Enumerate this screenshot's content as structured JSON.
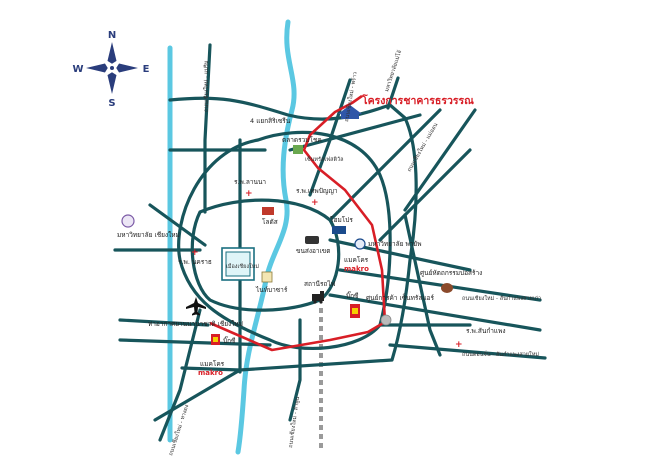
{
  "compass": {
    "n": "N",
    "s": "S",
    "e": "E",
    "w": "W"
  },
  "colors": {
    "road": "#17555b",
    "route": "#d81e26",
    "river": "#5bc8e2",
    "rail": "#9a9a9a",
    "project": "#d81e26",
    "compass": "#2a3d7c"
  },
  "project": {
    "label": "โครงการชาคารธรวรรณ"
  },
  "roads": {
    "mae_rim": "ถนนเชียงใหม่ - แม่ริม",
    "phrao": "ถนนเชียงใหม่ - พร้าว",
    "mae_jo": "มหาวิทยาลัยแม่โจ้",
    "mae_on": "ถนนเชียงใหม่ - แม่ออน",
    "lamphun": "ถนนเชียงใหม่ - ลำพูน",
    "hang_dong": "ถนนเชียงใหม่ - หางดง",
    "sankamphaeng_old": "ถนนเชียงใหม่ - สันกำแพงสายเก่า",
    "sankamphaeng_new": "ถนนดอนจั่น - สันกำแพงสายใหม่",
    "intersection": "4 แยกสิริเซรีน"
  },
  "places": {
    "market": "ตลาดรวมโชค",
    "central_festival": "เซ็นทรัลเฟสติวัล",
    "lanna_hospital": "ร.พ.ลานนา",
    "theppanya_hospital": "ร.พ.เทพปัญญา",
    "lotus": "โลตัส",
    "bus_station": "ขนส่งอาเขต",
    "homepro": "โฮมโปร",
    "payap_uni": "มหาวิทยาลัย พายัพ",
    "cmu": "มหาวิทยาลัย เชียงใหม่",
    "nakornping_hospital": "ร.พ. นคราธ",
    "old_city": "เมืองเชียงใหม่",
    "three_kings": "ไนท์บาซาร์",
    "makro_north": "แมคโคร",
    "makro_north_brand": "makro",
    "railway": "สถานีรถไฟ",
    "bigc_east": "บิ๊กซี",
    "convention": "ศูนย์การค้า เซ็นทรัลแอร์",
    "handicraft": "ศูนย์หัตถกรรมบ่อสร้าง",
    "sankamphaeng_hospital": "ร.พ.สันกำแพง",
    "airport": "ท่าอากาศยานนานาชาติ เชียงใหม่",
    "bigc_airport": "บิ๊กซี",
    "makro_south": "แมคโคร",
    "makro_south_brand": "makro"
  }
}
